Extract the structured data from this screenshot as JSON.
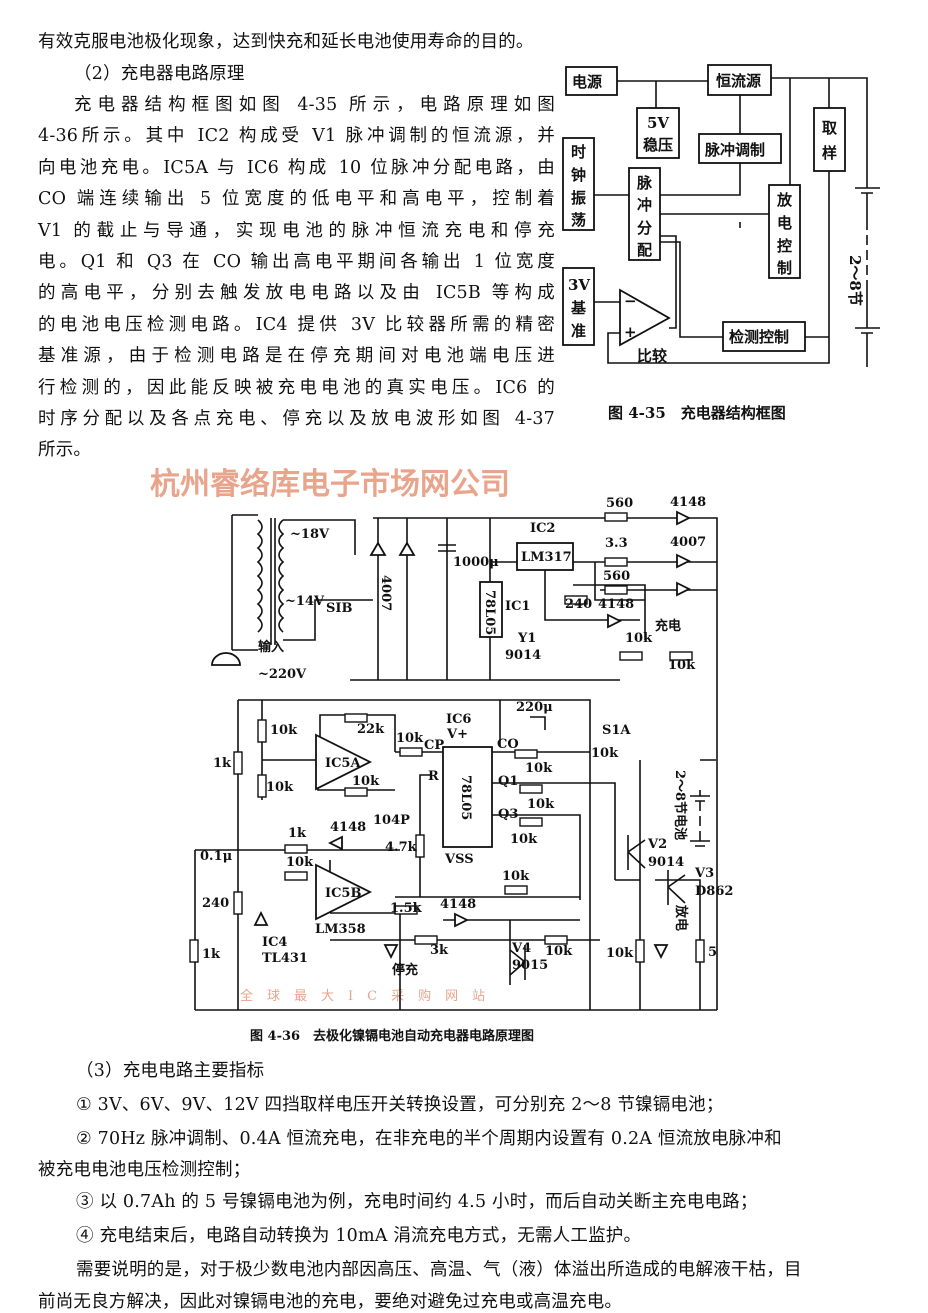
{
  "top_paragraph": {
    "first_line": "有效克服电池极化现象，达到快充和延长电池使用寿命的目的。",
    "heading": "（2）充电器电路原理",
    "lines": [
      "充电器结构框图如图 4-35 所示，电路原理如图",
      "4-36所示。其中 IC2 构成受 V1 脉冲调制的恒流源，并",
      "向电池充电。IC5A 与 IC6 构成 10 位脉冲分配电路，由",
      "CO 端连续输出 5 位宽度的低电平和高电平，控制着",
      "V1 的截止与导通，实现电池的脉冲恒流充电和停充",
      "电。Q1 和 Q3 在 CO 输出高电平期间各输出 1 位宽度",
      "的高电平，分别去触发放电电路以及由 IC5B 等构成",
      "的电池电压检测电路。IC4 提供 3V 比较器所需的精密",
      "基准源，由于检测电路是在停充期间对电池端电压进",
      "行检测的，因此能反映被充电电池的真实电压。IC6 的",
      "时序分配以及各点充电、停充以及放电波形如图 4-37",
      "所示。"
    ]
  },
  "block_diagram": {
    "power": "电源",
    "const_current": "恒流源",
    "reg_5v_a": "5V",
    "reg_5v_b": "稳压",
    "pulse_mod": "脉冲调制",
    "sample": [
      "取",
      "样"
    ],
    "clock": [
      "时",
      "钟",
      "振",
      "荡"
    ],
    "pulse_dist": [
      "脉",
      "冲",
      "分",
      "配"
    ],
    "discharge": [
      "放",
      "电",
      "控",
      "制"
    ],
    "ref_3v": [
      "3V",
      "基",
      "准"
    ],
    "compare": "比较",
    "detect": "检测控制",
    "battery": "2～8节",
    "caption": "图 4-35　充电器结构框图"
  },
  "schematic": {
    "labels": {
      "v18": "~18V",
      "v14": "~14V",
      "s1b": "SIB",
      "d4007a": "4007",
      "input": "输入",
      "v220": "~220V",
      "c1000": "1000μ",
      "ic1": "IC1",
      "ic1_part": "78L05",
      "ic2": "IC2",
      "lm317": "LM317",
      "r560a": "560",
      "d4148a": "4148",
      "r33": "3.3",
      "d4007b": "4007",
      "r560b": "560",
      "r240a": "240",
      "d4148b": "4148",
      "charge": "充电",
      "y1": "Y1",
      "y1_part": "9014",
      "r10k_a": "10k",
      "r10k_b": "10k",
      "r10k_c": "10k",
      "r1k_a": "1k",
      "r10k_d": "10k",
      "ic5a": "IC5A",
      "r22k": "22k",
      "r10k_e": "10k",
      "r10k_f": "10k",
      "cp": "CP",
      "ic6": "IC6",
      "vplus": "V+",
      "c220": "220μ",
      "co": "CO",
      "ic6_part": "78L05",
      "r": "R",
      "q1": "Q1",
      "r10k_g": "10k",
      "r10k_h": "10k",
      "q3": "Q3",
      "r10k_i": "10k",
      "c104": "104P",
      "r47k": "4.7k",
      "vss": "VSS",
      "r1k_b": "1k",
      "d4148c": "4148",
      "c01": "0.1μ",
      "r10k_j": "10k",
      "ic5b": "IC5B",
      "r10k_k": "10k",
      "r240b": "240",
      "r15k": "1.5k",
      "d4148d": "4148",
      "lm358": "LM358",
      "r1k_c": "1k",
      "ic4": "IC4",
      "tl431": "TL431",
      "r3k": "3k",
      "stop_charge": "停充",
      "v4": "V4",
      "v4_part": "9015",
      "r10k_l": "10k",
      "r10k_m": "10k",
      "v2": "V2",
      "v2_part": "9014",
      "v3": "V3",
      "v3_part": "D862",
      "discharge": "放电",
      "r5": "5",
      "s1a": "S1A",
      "r10k_n": "10k",
      "battery": "2～8节电池"
    },
    "watermark": "杭州睿络库电子市场网公司",
    "watermark_sub": "全球最大IC采购网站",
    "caption": "图 4-36　去极化镍镉电池自动充电器电路原理图"
  },
  "bottom": {
    "heading": "（3）充电电路主要指标",
    "item1": "① 3V、6V、9V、12V 四挡取样电压开关转换设置，可分别充 2～8 节镍镉电池；",
    "item2_a": "② 70Hz 脉冲调制、0.4A 恒流充电，在非充电的半个周期内设置有 0.2A 恒流放电脉冲和",
    "item2_b": "被充电电池电压检测控制；",
    "item3": "③ 以 0.7Ah 的 5 号镍镉电池为例，充电时间约 4.5 小时，而后自动关断主充电电路；",
    "item4": "④ 充电结束后，电路自动转换为 10mA 涓流充电方式，无需人工监护。",
    "note_a": "需要说明的是，对于极少数电池内部因高压、高温、气（液）体溢出所造成的电解液干枯，目",
    "note_b": "前尚无良方解决，因此对镍镉电池的充电，要绝对避免过充电或高温充电。"
  }
}
